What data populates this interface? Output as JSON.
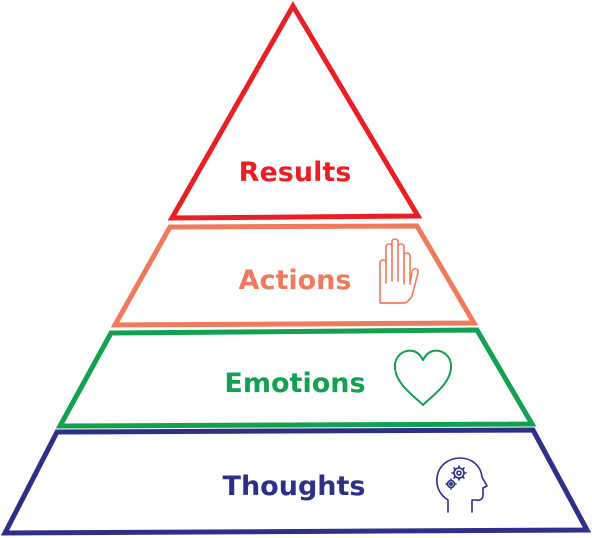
{
  "tiers": [
    {
      "label": "Results",
      "color": "#ea1f24",
      "icon": null
    },
    {
      "label": "Actions",
      "color": "#f07a5d",
      "icon": "raised-hand-icon"
    },
    {
      "label": "Emotions",
      "color": "#13a050",
      "icon": "heart-icon"
    },
    {
      "label": "Thoughts",
      "color": "#2e2f86",
      "icon": "head-with-gears-icon"
    }
  ]
}
